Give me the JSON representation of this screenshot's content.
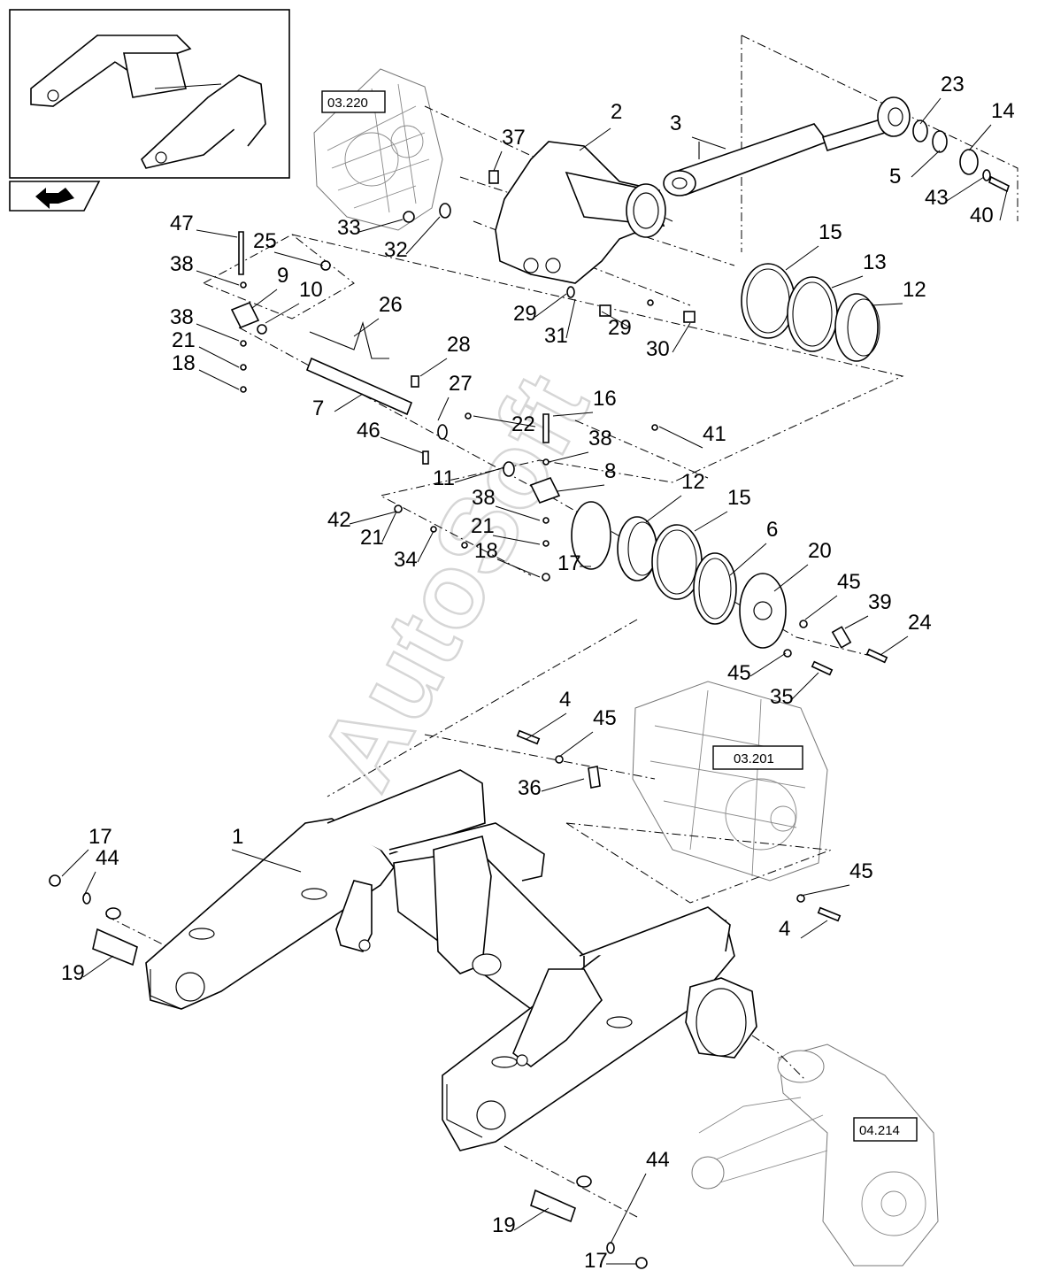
{
  "callouts": [
    {
      "n": "1"
    },
    {
      "n": "2"
    },
    {
      "n": "3"
    },
    {
      "n": "4"
    },
    {
      "n": "4"
    },
    {
      "n": "5"
    },
    {
      "n": "6"
    },
    {
      "n": "7"
    },
    {
      "n": "8"
    },
    {
      "n": "9"
    },
    {
      "n": "10"
    },
    {
      "n": "11"
    },
    {
      "n": "12"
    },
    {
      "n": "12"
    },
    {
      "n": "13"
    },
    {
      "n": "14"
    },
    {
      "n": "15"
    },
    {
      "n": "15"
    },
    {
      "n": "16"
    },
    {
      "n": "17"
    },
    {
      "n": "17"
    },
    {
      "n": "17"
    },
    {
      "n": "18"
    },
    {
      "n": "18"
    },
    {
      "n": "19"
    },
    {
      "n": "19"
    },
    {
      "n": "20"
    },
    {
      "n": "21"
    },
    {
      "n": "21"
    },
    {
      "n": "21"
    },
    {
      "n": "22"
    },
    {
      "n": "23"
    },
    {
      "n": "24"
    },
    {
      "n": "25"
    },
    {
      "n": "26"
    },
    {
      "n": "27"
    },
    {
      "n": "28"
    },
    {
      "n": "29"
    },
    {
      "n": "29"
    },
    {
      "n": "30"
    },
    {
      "n": "31"
    },
    {
      "n": "32"
    },
    {
      "n": "33"
    },
    {
      "n": "34"
    },
    {
      "n": "35"
    },
    {
      "n": "36"
    },
    {
      "n": "37"
    },
    {
      "n": "38"
    },
    {
      "n": "38"
    },
    {
      "n": "38"
    },
    {
      "n": "38"
    },
    {
      "n": "39"
    },
    {
      "n": "40"
    },
    {
      "n": "41"
    },
    {
      "n": "42"
    },
    {
      "n": "43"
    },
    {
      "n": "44"
    },
    {
      "n": "44"
    },
    {
      "n": "45"
    },
    {
      "n": "45"
    },
    {
      "n": "45"
    },
    {
      "n": "45"
    },
    {
      "n": "46"
    },
    {
      "n": "47"
    }
  ],
  "references": [
    {
      "code": "03.220"
    },
    {
      "code": "03.201"
    },
    {
      "code": "04.214"
    }
  ],
  "watermark": "AutoSoft",
  "icons": {
    "overview_thumbnail": "frame-overview-thumbnail-icon",
    "navigation": "next-page-arrow-icon"
  }
}
